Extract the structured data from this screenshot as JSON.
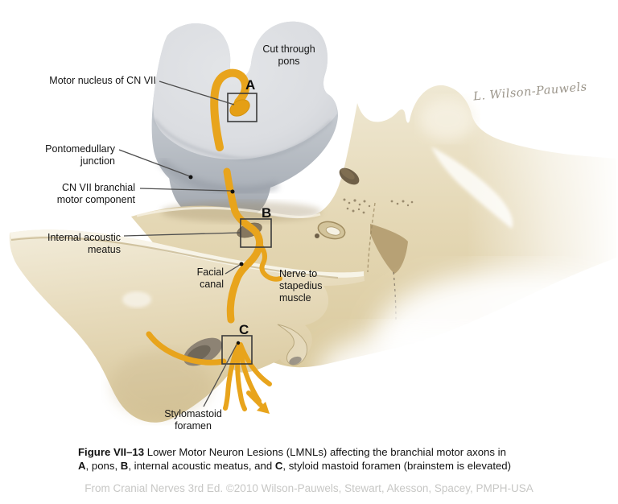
{
  "figure": {
    "signature": "L. Wilson-Pauwels",
    "markers": {
      "a": "A",
      "b": "B",
      "c": "C"
    },
    "labels": {
      "cut_through_pons": "Cut through\npons",
      "motor_nucleus": "Motor nucleus of CN VII",
      "pontomedullary_junction": "Pontomedullary\njunction",
      "cnvii_branchial": "CN VII branchial\nmotor component",
      "internal_acoustic_meatus": "Internal acoustic\nmeatus",
      "facial_canal": "Facial\ncanal",
      "nerve_to_stapedius": "Nerve to\nstapedius\nmuscle",
      "stylomastoid_foramen": "Stylomastoid\nforamen"
    },
    "colors": {
      "nerve": "#E8A41C",
      "pons_cut_surface": "#DCDEE2",
      "pons_body": "#C3C8CE",
      "bone_light": "#F2ECDA",
      "bone_mid": "#E3D5AF",
      "bone_dark": "#B7A175",
      "lesion_box_outline": "#3B3B3B",
      "label_text": "#141414",
      "footer_text": "#C7C7C5",
      "signature_gray": "#9B958A"
    }
  },
  "caption": {
    "fig": "Figure VII–13",
    "line1_rest": " Lower Motor Neuron Lesions (LMNLs) affecting the branchial motor axons in",
    "a": "A",
    "a_rest": ", pons, ",
    "b": "B",
    "b_rest": ", internal acoustic meatus, and ",
    "c": "C",
    "c_rest": ", styloid mastoid foramen (brainstem is elevated)"
  },
  "footer": {
    "credit": "From Cranial Nerves 3rd Ed. ©2010 Wilson-Pauwels, Stewart, Akesson, Spacey, PMPH-USA"
  }
}
